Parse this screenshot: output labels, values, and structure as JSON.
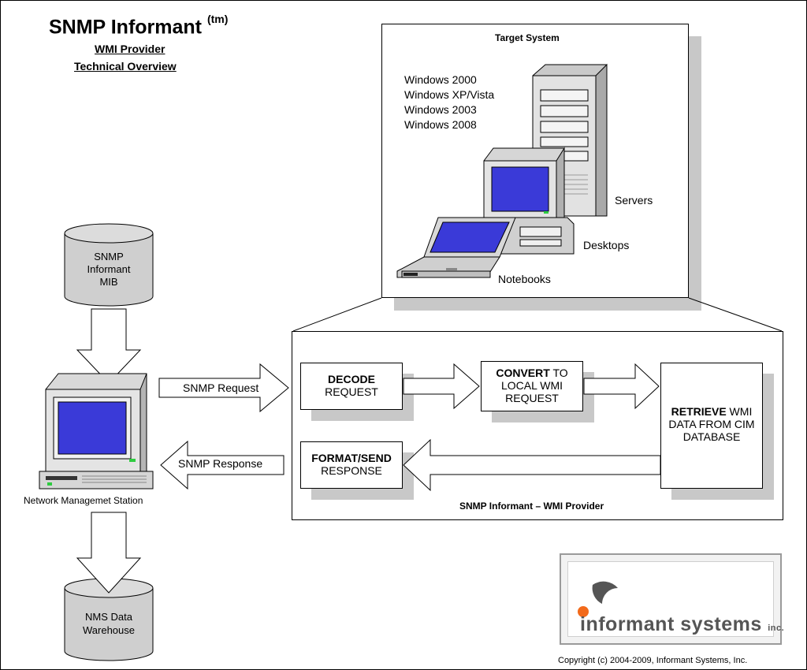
{
  "header": {
    "title": "SNMP Informant",
    "tm": "(tm)",
    "line2": "WMI Provider",
    "line3": "Technical Overview"
  },
  "target_system": {
    "title": "Target System",
    "os_list": [
      "Windows 2000",
      "Windows XP/Vista",
      "Windows 2003",
      "Windows 2008"
    ],
    "servers_label": "Servers",
    "desktops_label": "Desktops",
    "notebooks_label": "Notebooks"
  },
  "mib_db": {
    "lines": [
      "SNMP",
      "Informant",
      "MIB"
    ]
  },
  "nms_db": {
    "lines": [
      "NMS Data",
      "Warehouse"
    ]
  },
  "nms_station_label": "Network Managemet Station",
  "arrows": {
    "request": "SNMP Request",
    "response": "SNMP Response"
  },
  "provider": {
    "caption": "SNMP Informant – WMI Provider",
    "decode": {
      "bold": "DECODE",
      "rest": "REQUEST"
    },
    "convert": {
      "bold": "CONVERT",
      "rest1": " TO",
      "rest2": "LOCAL WMI",
      "rest3": "REQUEST"
    },
    "retrieve": {
      "bold": "RETRIEVE",
      "rest1": " WMI",
      "rest2": "DATA FROM CIM",
      "rest3": "DATABASE"
    },
    "format": {
      "bold": "FORMAT/SEND",
      "rest": "RESPONSE"
    }
  },
  "logo": {
    "text": "informant systems",
    "suffix": "inc."
  },
  "copyright": "Copyright (c) 2004-2009,  Informant Systems, Inc.",
  "colors": {
    "screen": "#3a3ad8",
    "db_fill": "#cfcfcf",
    "shadow": "#c8c8c8",
    "logo_orange": "#f26a1b",
    "logo_grey": "#555555"
  }
}
